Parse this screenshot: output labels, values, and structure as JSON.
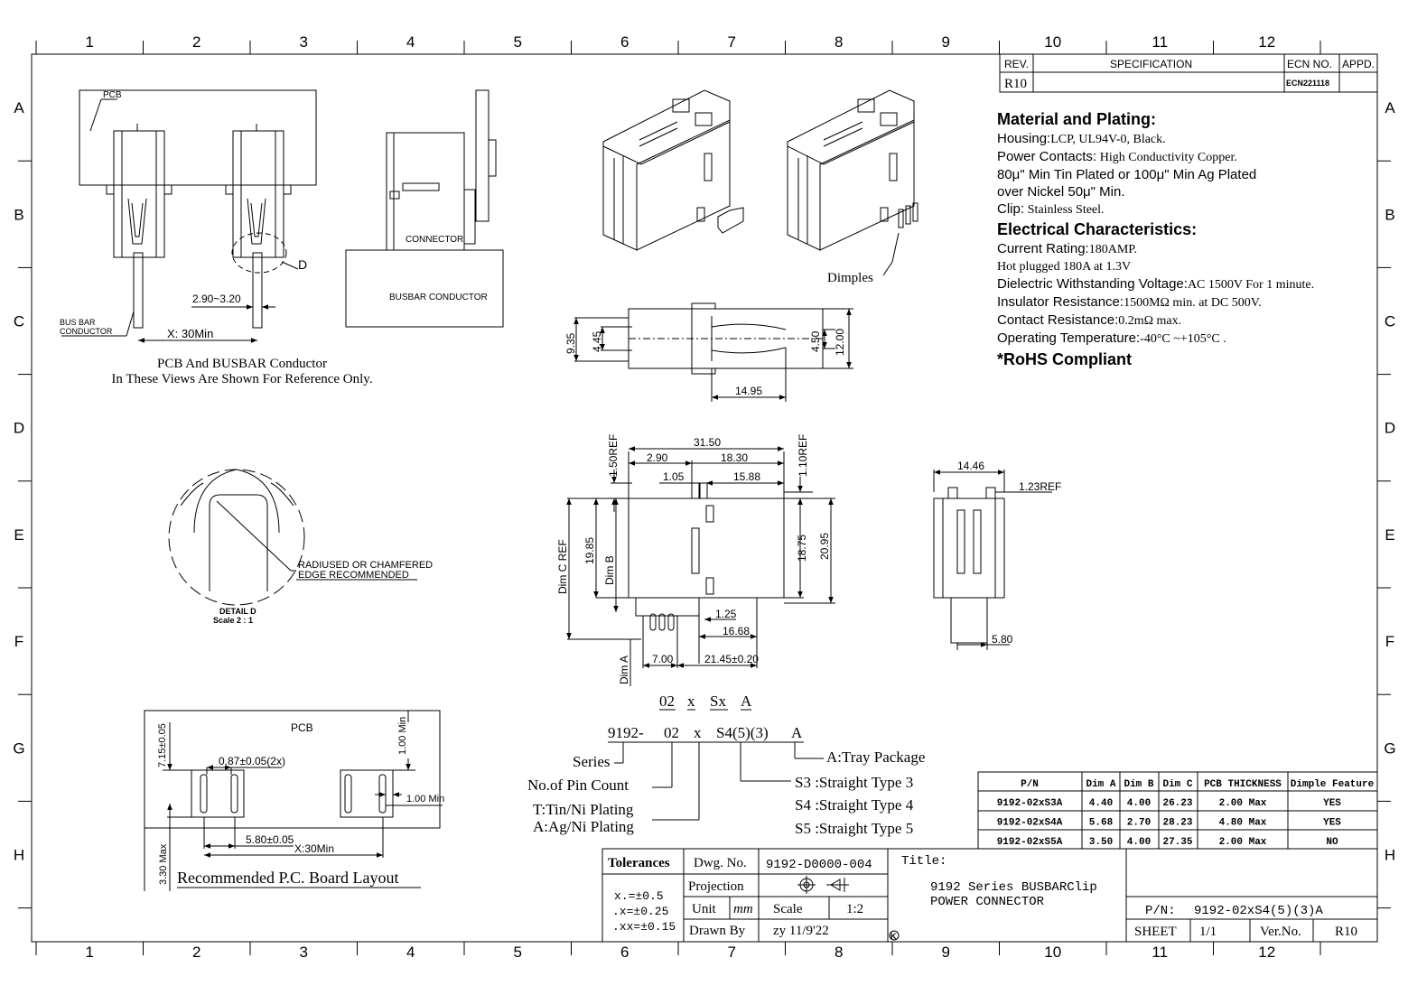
{
  "grid": {
    "columns": [
      "1",
      "2",
      "3",
      "4",
      "5",
      "6",
      "7",
      "8",
      "9",
      "10",
      "11",
      "12"
    ],
    "rows": [
      "A",
      "B",
      "C",
      "D",
      "E",
      "F",
      "G",
      "H"
    ]
  },
  "revision_block": {
    "headers": [
      "REV.",
      "SPECIFICATION",
      "ECN NO.",
      "APPD."
    ],
    "rev": "R10",
    "specification": "",
    "ecn": "ECN221118",
    "appd": ""
  },
  "specs": {
    "material_title": "Material and Plating:",
    "housing_label": "Housing:",
    "housing_value": "LCP, UL94V-0, Black.",
    "contacts_label": "Power Contacts:",
    "contacts_value": "High Conductivity Copper.",
    "plating_line1": "80μ\" Min Tin Plated or 100μ\" Min Ag Plated",
    "plating_line2": "over Nickel 50μ\" Min.",
    "clip_label": "Clip:",
    "clip_value": "Stainless Steel.",
    "electrical_title": "Electrical Characteristics:",
    "current_label": "Current Rating:",
    "current_value": "180AMP.",
    "hot_plug": "Hot plugged 180A at 1.3V",
    "dielectric_label": "Dielectric Withstanding Voltage:",
    "dielectric_value": "AC 1500V For 1 minute.",
    "insulator_label": "Insulator Resistance:",
    "insulator_value": "1500MΩ min. at DC 500V.",
    "contact_res_label": "Contact Resistance:",
    "contact_res_value": "0.2mΩ max.",
    "temp_label": "Operating Temperature:",
    "temp_value": "-40°C ~+105°C .",
    "rohs": "*RoHS Compliant"
  },
  "views": {
    "pcb_label": "PCB",
    "bus_bar_label_1": "BUS BAR",
    "bus_bar_label_2": "CONDUCTOR",
    "dim_gap": "2.90~3.20",
    "dim_x": "X: 30Min",
    "detail_callout": "D",
    "note_line1": "PCB And BUSBAR Conductor",
    "note_line2": "In These Views Are Shown For Reference Only.",
    "connector_label": "CONNECTOR",
    "busbar_conductor_label": "BUSBAR CONDUCTOR",
    "dimples_label": "Dimples",
    "detail_note_1": "RADIUSED OR CHAMFERED",
    "detail_note_2": "EDGE RECOMMENDED",
    "detail_title": "DETAIL D",
    "detail_scale": "Scale 2 : 1"
  },
  "dims_top": {
    "d935": "9.35",
    "d445": "4.45",
    "d450": "4.50",
    "d1200": "12.00",
    "d1495": "14.95"
  },
  "dims_front": {
    "d3150": "31.50",
    "d290": "2.90",
    "d1830": "18.30",
    "d105": "1.05",
    "d1588": "15.88",
    "d150ref": "1.50REF",
    "d110ref": "1.10REF",
    "dimc": "Dim C REF",
    "d1985": "19.85",
    "dimb": "Dim B",
    "d1875": "18.75",
    "d2095": "20.95",
    "d125": "1.25",
    "d1668": "16.68",
    "d700": "7.00",
    "d2145": "21.45±0.20",
    "dima": "Dim A"
  },
  "dims_side": {
    "d1446": "14.46",
    "d123ref": "1.23REF",
    "d580": "5.80"
  },
  "pcb_layout": {
    "pcb_label": "PCB",
    "d715": "7.15±0.05",
    "d087": "0.87±0.05(2x)",
    "d100min_v": "1.00 Min",
    "d100min_h": "1.00 Min",
    "d580": "5.80±0.05",
    "dx": "X:30Min",
    "d330": "3.30 Max",
    "title": "Recommended P.C. Board Layout"
  },
  "part_number": {
    "top_p1": "02",
    "top_p2": "x",
    "top_p3": "Sx",
    "top_p4": "A",
    "series": "9192-",
    "pins": "02",
    "plating": "x",
    "type": "S4(5)(3)",
    "package": "A",
    "series_label": "Series",
    "pins_label": "No.of Pin Count",
    "plating_t": "T:Tin/Ni Plating",
    "plating_a": "A:Ag/Ni Plating",
    "package_label": "A:Tray Package",
    "s3": "S3 :Straight Type 3",
    "s4": "S4 :Straight Type 4",
    "s5": "S5 :Straight Type 5"
  },
  "dim_table": {
    "headers": [
      "P/N",
      "Dim A",
      "Dim B",
      "Dim C",
      "PCB THICKNESS",
      "Dimple Feature"
    ],
    "rows": [
      [
        "9192-02xS3A",
        "4.40",
        "4.00",
        "26.23",
        "2.00 Max",
        "YES"
      ],
      [
        "9192-02xS4A",
        "5.68",
        "2.70",
        "28.23",
        "4.80 Max",
        "YES"
      ],
      [
        "9192-02xS5A",
        "3.50",
        "4.00",
        "27.35",
        "2.00 Max",
        "NO"
      ]
    ]
  },
  "title_block": {
    "tolerances_label": "Tolerances",
    "tol1": "x.=±0.5",
    "tol2": ".x=±0.25",
    "tol3": ".xx=±0.15",
    "dwg_no_label": "Dwg. No.",
    "dwg_no": "9192-D0000-004",
    "projection_label": "Projection",
    "unit_label": "Unit",
    "unit": "mm",
    "scale_label": "Scale",
    "scale": "1:2",
    "drawn_by_label": "Drawn By",
    "drawn_by": "zy 11/9'22",
    "title_label": "Title:",
    "title_line1": "9192 Series BUSBARClip",
    "title_line2": "POWER CONNECTOR",
    "pn_label": "P/N:",
    "pn": "9192-02xS4(5)(3)A",
    "sheet_label": "SHEET",
    "sheet": "1/1",
    "ver_label": "Ver.No.",
    "ver": "R10",
    "mark": "K"
  }
}
